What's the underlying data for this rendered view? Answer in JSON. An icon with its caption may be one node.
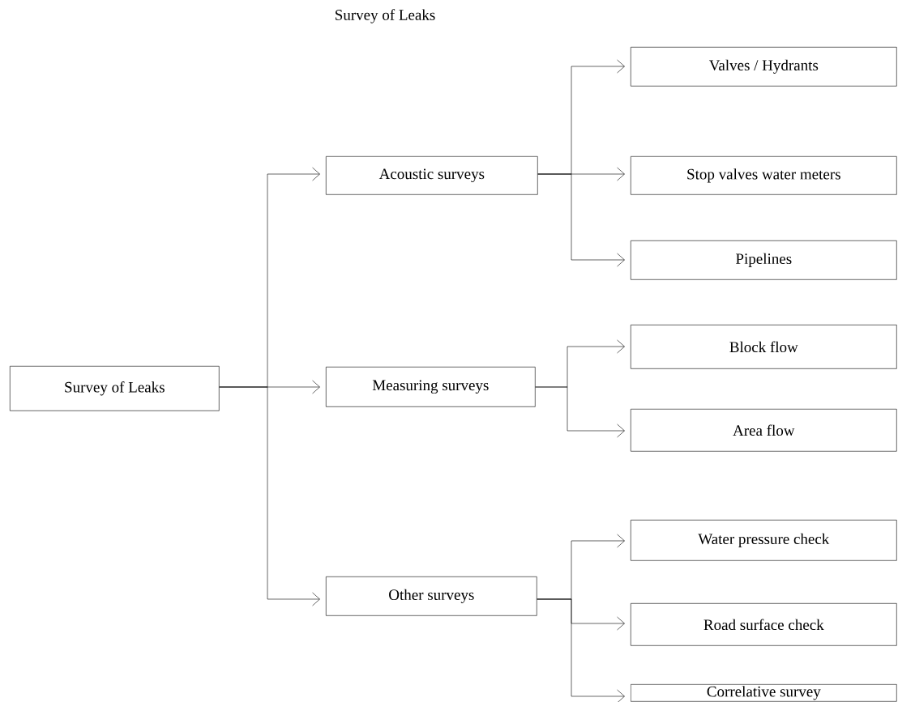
{
  "diagram": {
    "title": "Survey of Leaks",
    "nodes": [
      {
        "text": [
          "Survey of Leaks"
        ]
      },
      {
        "text": [
          "Acoustic surveys"
        ]
      },
      {
        "text": [
          "Measuring surveys"
        ]
      },
      {
        "text": [
          "Other surveys"
        ]
      },
      {
        "text": [
          "Valves / Hydrants"
        ]
      },
      {
        "text": [
          "Stop valves water meters"
        ]
      },
      {
        "text": [
          "Pipelines"
        ]
      },
      {
        "text": [
          "Block flow"
        ]
      },
      {
        "text": [
          "Area flow"
        ]
      },
      {
        "text": [
          "Water pressure check"
        ]
      },
      {
        "text": [
          "Road surface check"
        ]
      },
      {
        "text": [
          "Correlative survey"
        ]
      }
    ],
    "edges": [
      {
        "from": 0,
        "to": 1,
        "arrow": "to"
      },
      {
        "from": 0,
        "to": 2,
        "arrow": "to"
      },
      {
        "from": 0,
        "to": 3,
        "arrow": "to"
      },
      {
        "from": 1,
        "to": 4,
        "arrow": "to"
      },
      {
        "from": 1,
        "to": 5,
        "arrow": "to"
      },
      {
        "from": 1,
        "to": 6,
        "arrow": "to"
      },
      {
        "from": 2,
        "to": 7,
        "arrow": "to"
      },
      {
        "from": 2,
        "to": 8,
        "arrow": "to"
      },
      {
        "from": 3,
        "to": 9,
        "arrow": "to"
      },
      {
        "from": 3,
        "to": 10,
        "arrow": "to"
      },
      {
        "from": 3,
        "to": 11,
        "arrow": "to"
      }
    ]
  }
}
